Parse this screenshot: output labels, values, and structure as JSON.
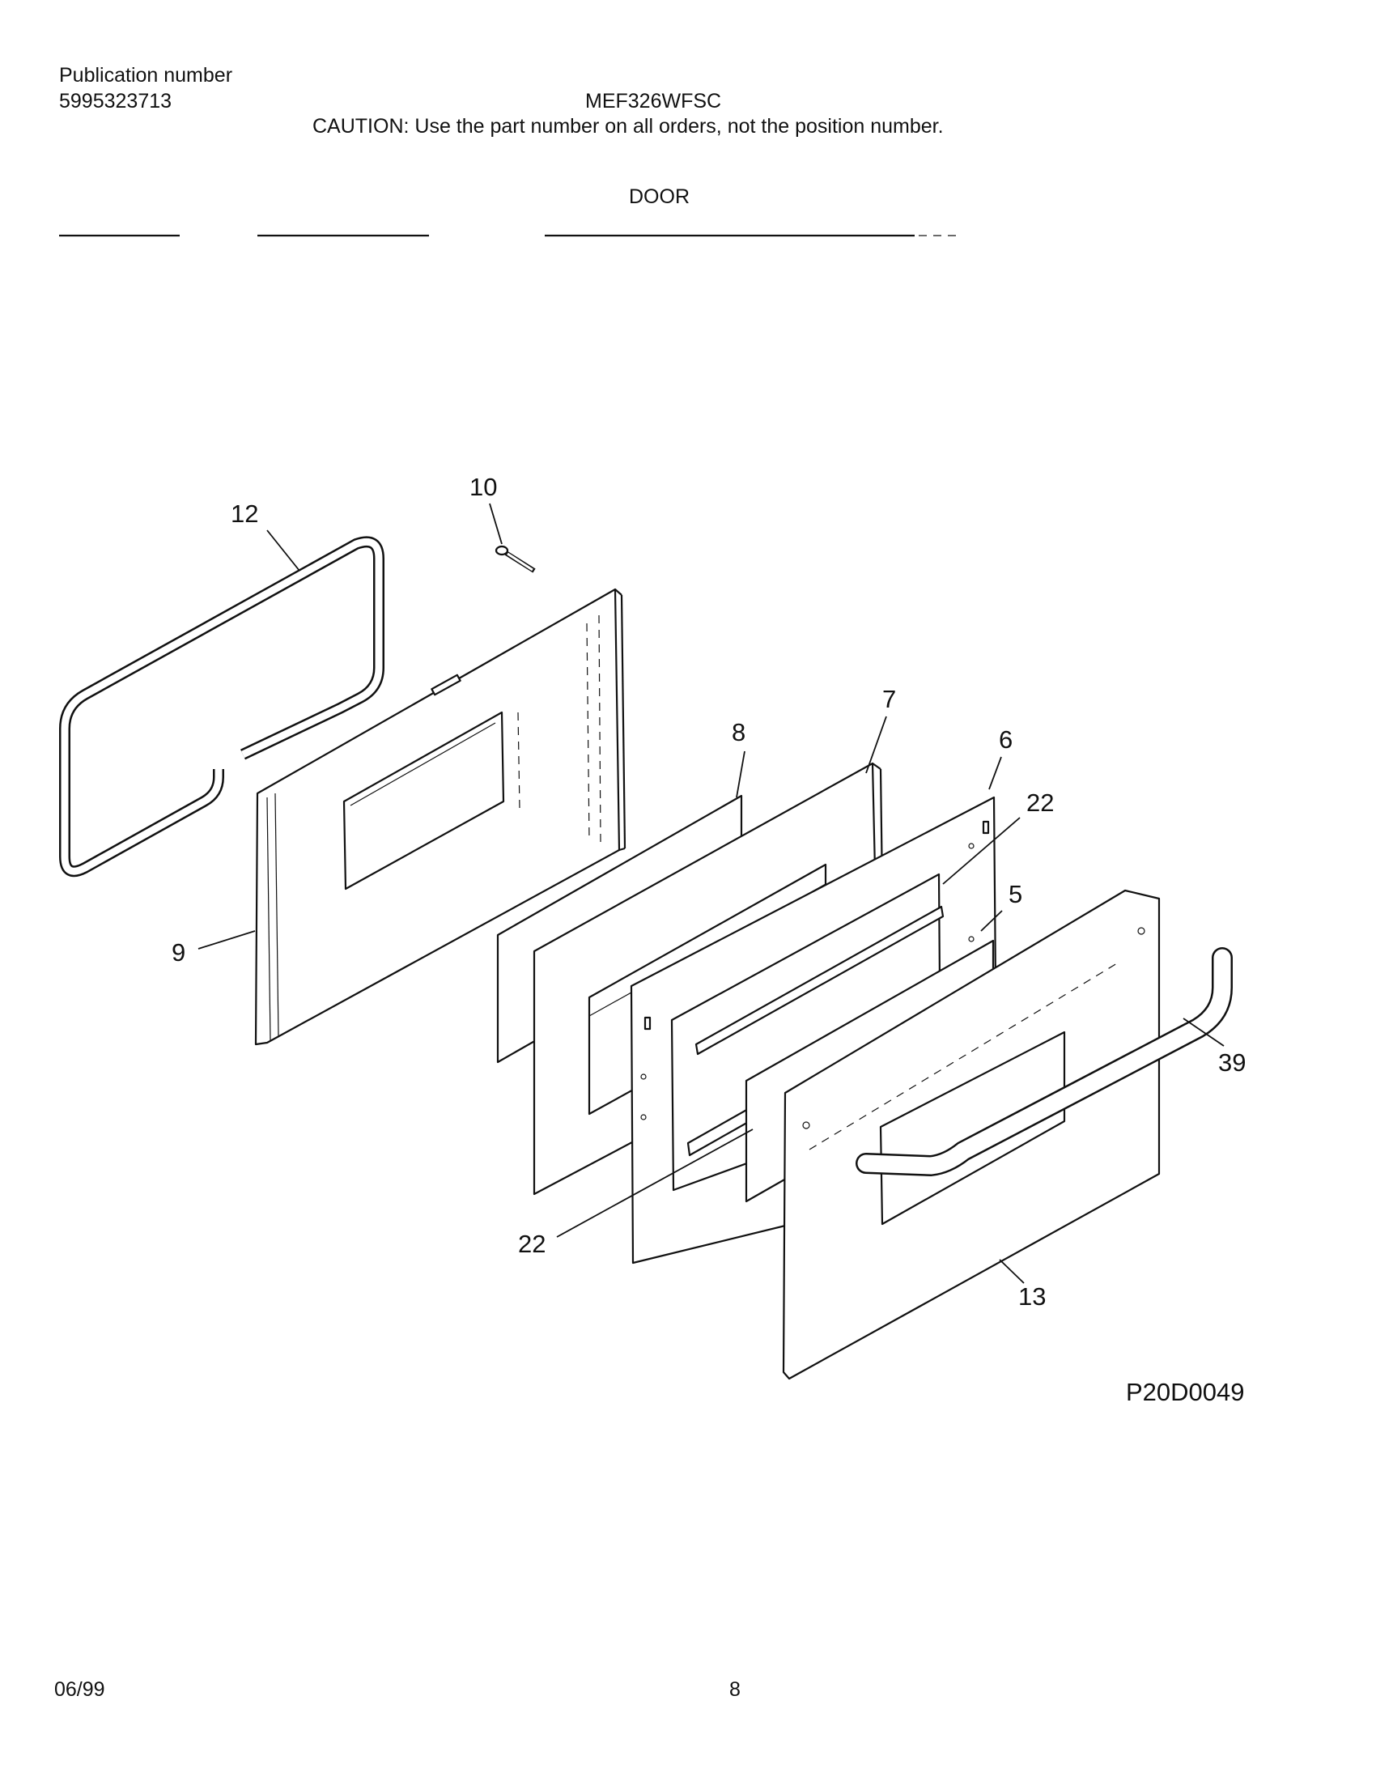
{
  "header": {
    "publication_label": "Publication number",
    "publication_number": "5995323713",
    "model": "MEF326WFSC",
    "caution": "CAUTION:  Use the part number on all orders, not the position number.",
    "section": "DOOR"
  },
  "diagram": {
    "figure_code": "P20D0049",
    "callouts": {
      "c12": "12",
      "c10": "10",
      "c8": "8",
      "c7": "7",
      "c6": "6",
      "c22a": "22",
      "c5": "5",
      "c9": "9",
      "c39": "39",
      "c22b": "22",
      "c13": "13"
    }
  },
  "footer": {
    "date": "06/99",
    "page": "8"
  }
}
